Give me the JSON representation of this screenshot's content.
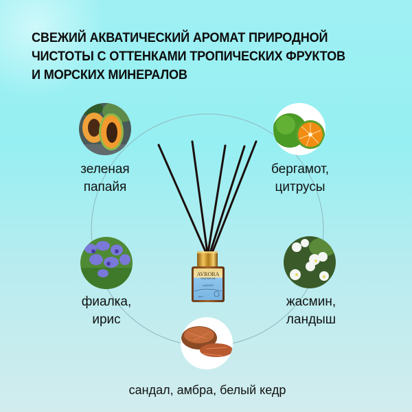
{
  "header": {
    "title_lines": [
      "СВЕЖИЙ АКВАТИЧЕСКИЙ АРОМАТ ПРИРОДНОЙ",
      "ЧИСТОТЫ С ОТТЕНКАМИ ТРОПИЧЕСКИХ ФРУКТОВ",
      "И МОРСКИХ МИНЕРАЛОВ"
    ]
  },
  "product": {
    "brand": "AVRORA",
    "subtitle": "HOME PERFUME",
    "name": "LAZURIT",
    "volume": "50ml"
  },
  "notes": [
    {
      "id": "papaya",
      "icon": "papaya-image-icon",
      "lines": [
        "зеленая",
        "папайя"
      ]
    },
    {
      "id": "bergamot",
      "icon": "bergamot-image-icon",
      "lines": [
        "бергамот,",
        "цитрусы"
      ]
    },
    {
      "id": "iris",
      "icon": "iris-image-icon",
      "lines": [
        "фиалка,",
        "ирис"
      ]
    },
    {
      "id": "jasmine",
      "icon": "jasmine-image-icon",
      "lines": [
        "жасмин,",
        "ландыш"
      ]
    },
    {
      "id": "sandalwood",
      "icon": "sandalwood-image-icon",
      "lines": [
        "сандал, амбра, белый кедр"
      ]
    }
  ],
  "colors": {
    "background_top": "#9ff0f3",
    "background_bottom": "#d2ecee",
    "title_text": "#0d0d0d",
    "ring_line": "#8fb8bc",
    "stick": "#1a0e0c",
    "cap_gold": "#c8962a",
    "label_blue": "#8cc4ec"
  }
}
